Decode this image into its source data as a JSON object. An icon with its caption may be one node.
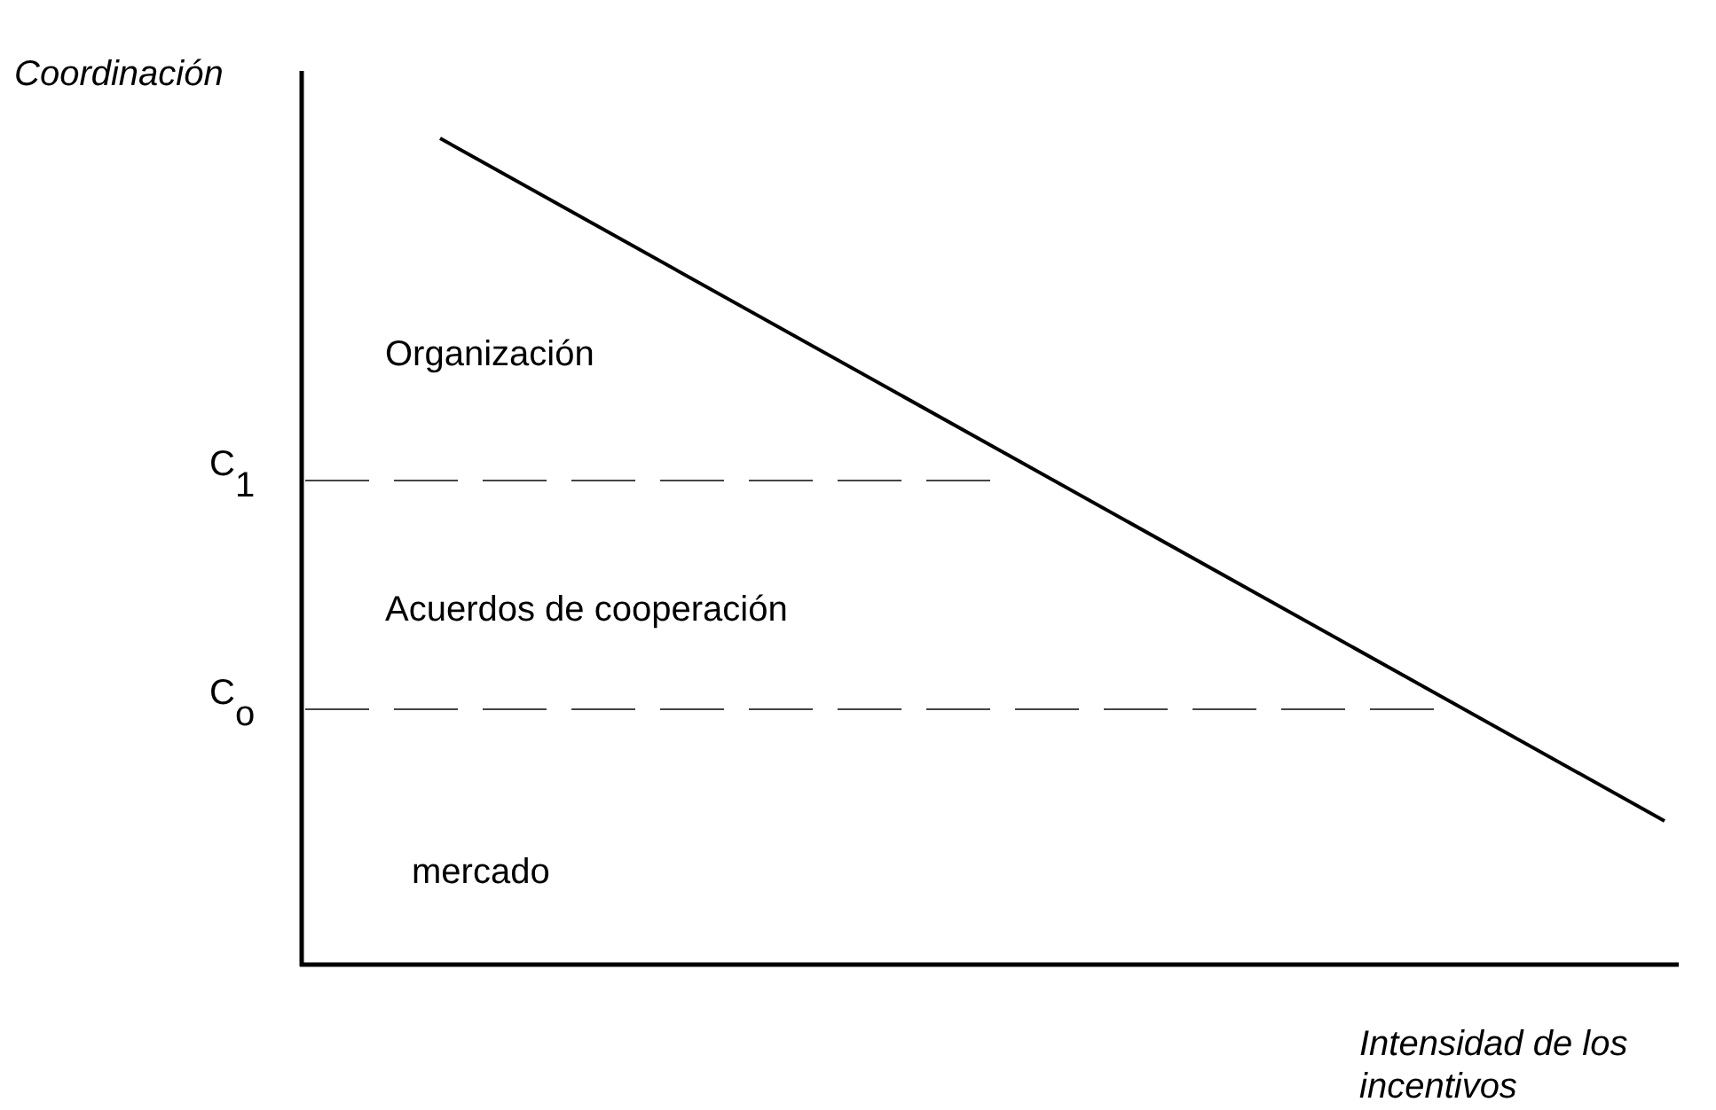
{
  "diagram": {
    "labels": [
      "Coordinación",
      "Organización",
      "C$_{1}$",
      "Acuerdos de cooperación",
      "C$_{o}$",
      "mercado",
      "Intensidad de los incentivos"
    ]
  }
}
